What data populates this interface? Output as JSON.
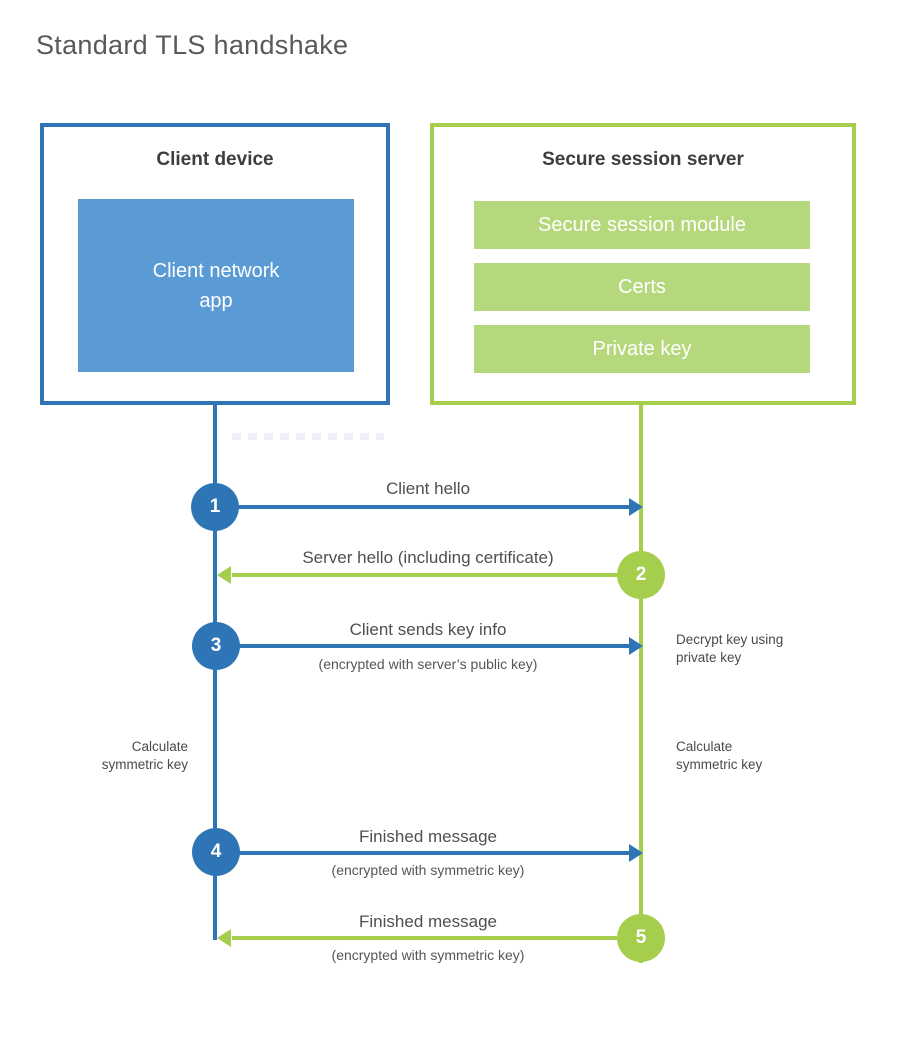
{
  "title": "Standard TLS handshake",
  "colors": {
    "client_blue": "#2e75b6",
    "client_fill_blue": "#5b9bd5",
    "server_green": "#a5ce4c",
    "server_fill_green": "#b6d87c",
    "heading_text": "#3d3d3d",
    "message_text": "#4f4f4f"
  },
  "client": {
    "title": "Client device",
    "app_label": "Client network\napp"
  },
  "server": {
    "title": "Secure session server",
    "modules": [
      "Secure session module",
      "Certs",
      "Private key"
    ]
  },
  "steps": [
    {
      "num": "1",
      "actor": "client",
      "direction": "right",
      "label": "Client hello",
      "sub": ""
    },
    {
      "num": "2",
      "actor": "server",
      "direction": "left",
      "label": "Server hello (including certificate)",
      "sub": ""
    },
    {
      "num": "3",
      "actor": "client",
      "direction": "right",
      "label": "Client sends key info",
      "sub": "(encrypted with server’s public key)"
    },
    {
      "num": "4",
      "actor": "client",
      "direction": "right",
      "label": "Finished message",
      "sub": "(encrypted with symmetric key)"
    },
    {
      "num": "5",
      "actor": "server",
      "direction": "left",
      "label": "Finished message",
      "sub": "(encrypted with symmetric key)"
    }
  ],
  "side_notes": {
    "decrypt": "Decrypt key using\nprivate key",
    "calc_left": "Calculate\nsymmetric key",
    "calc_right": "Calculate\nsymmetric key"
  }
}
